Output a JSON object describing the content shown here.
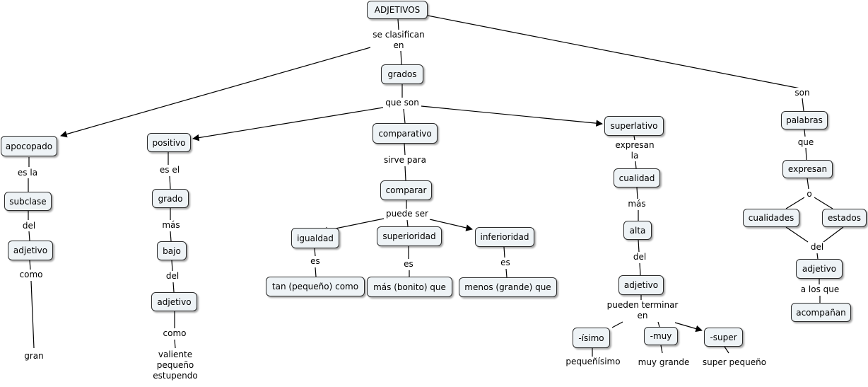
{
  "nodes": {
    "adjetivos": "ADJETIVOS",
    "grados": "grados",
    "apocopado": "apocopado",
    "subclase": "subclase",
    "adjetivo_left": "adjetivo",
    "positivo": "positivo",
    "grado": "grado",
    "bajo": "bajo",
    "adjetivo_pos": "adjetivo",
    "comparativo": "comparativo",
    "comparar": "comparar",
    "igualdad": "igualdad",
    "superioridad": "superioridad",
    "inferioridad": "inferioridad",
    "tan_pequeno_como": "tan (pequeño) como",
    "mas_bonito_que": "más (bonito) que",
    "menos_grande_que": "menos (grande) que",
    "superlativo": "superlativo",
    "cualidad": "cualidad",
    "alta": "alta",
    "adjetivo_sup": "adjetivo",
    "isimo": "-ísimo",
    "muy": "-muy",
    "super": "-super",
    "palabras": "palabras",
    "expresan": "expresan",
    "cualidades": "cualidades",
    "estados": "estados",
    "adjetivo_right": "adjetivo",
    "acompanan": "acompañan"
  },
  "links": {
    "se_clasifican_en": "se clasifican\nen",
    "que_son": "que son",
    "son": "son",
    "es_la": "es la",
    "del_left": "del",
    "como_left": "como",
    "gran": "gran",
    "es_el": "es el",
    "mas_pos": "más",
    "del_pos": "del",
    "como_pos": "como",
    "valiente_pequeno_estupendo": "valiente\npequeño\nestupendo",
    "sirve_para": "sirve para",
    "puede_ser": "puede ser",
    "es_igualdad": "es",
    "es_superioridad": "es",
    "es_inferioridad": "es",
    "expresan_la": "expresan\nla",
    "mas_sup": "más",
    "del_sup": "del",
    "pueden_terminar_en": "pueden terminar\nen",
    "pequenisimo": "pequeñísimo",
    "muy_grande": "muy grande",
    "super_pequeno": "super pequeño",
    "que_right": "que",
    "o": "o",
    "del_right": "del",
    "a_los_que": "a los que"
  },
  "colors": {
    "node_fill": "#eef3f6",
    "node_border": "#2b2b2b",
    "line": "#000000"
  }
}
